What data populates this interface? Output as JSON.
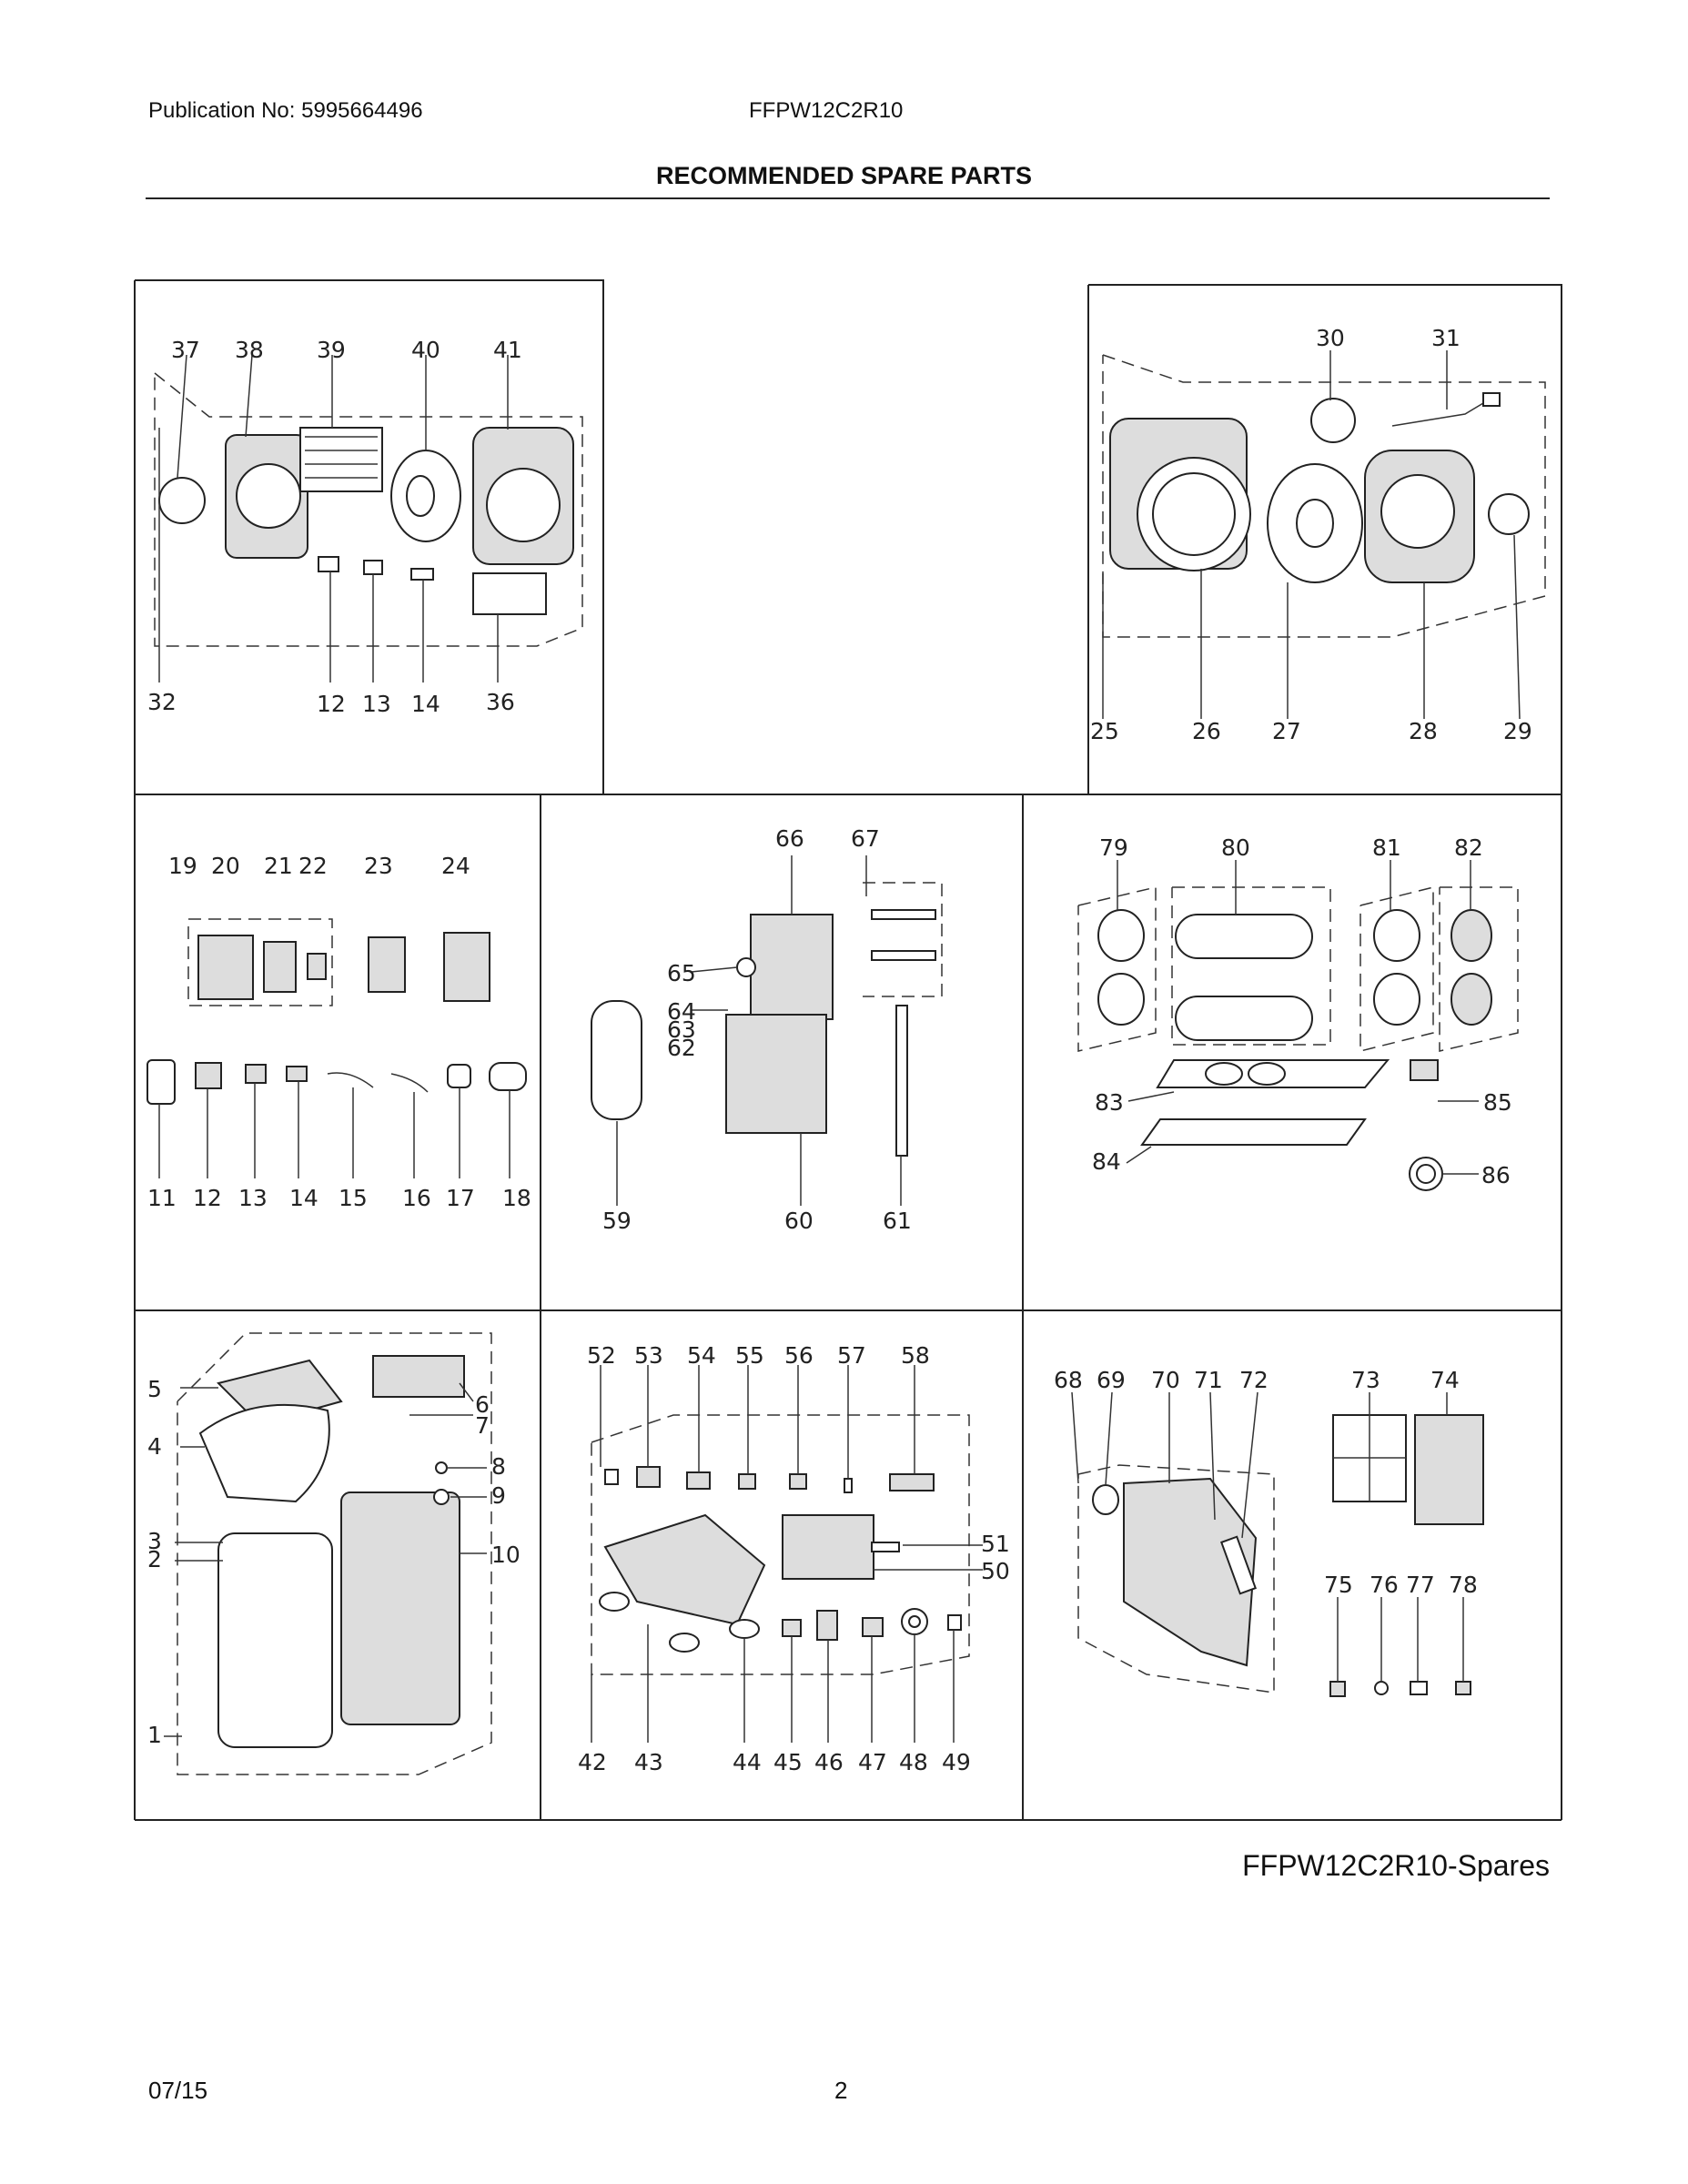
{
  "header": {
    "publication": "Publication No: 5995664496",
    "model": "FFPW12C2R10",
    "title": "RECOMMENDED SPARE PARTS"
  },
  "footer": {
    "label": "FFPW12C2R10-Spares",
    "date": "07/15",
    "page": "2"
  },
  "callouts": {
    "p1": [
      "37",
      "38",
      "39",
      "40",
      "41",
      "32",
      "12",
      "13",
      "14",
      "36"
    ],
    "p2": [
      "30",
      "31",
      "25",
      "26",
      "27",
      "28",
      "29"
    ],
    "p3": [
      "19",
      "20",
      "21",
      "22",
      "23",
      "24",
      "11",
      "12",
      "13",
      "14",
      "15",
      "16",
      "17",
      "18"
    ],
    "p4": [
      "66",
      "67",
      "65",
      "64",
      "63",
      "62",
      "59",
      "60",
      "61"
    ],
    "p5": [
      "79",
      "80",
      "81",
      "82",
      "83",
      "85",
      "84",
      "86"
    ],
    "p6": [
      "5",
      "4",
      "3",
      "2",
      "1",
      "6",
      "7",
      "8",
      "9",
      "10"
    ],
    "p7": [
      "52",
      "53",
      "54",
      "55",
      "56",
      "57",
      "58",
      "51",
      "50",
      "42",
      "43",
      "44",
      "45",
      "46",
      "47",
      "48",
      "49"
    ],
    "p8": [
      "68",
      "69",
      "70",
      "71",
      "72",
      "73",
      "74",
      "75",
      "76",
      "77",
      "78"
    ]
  }
}
